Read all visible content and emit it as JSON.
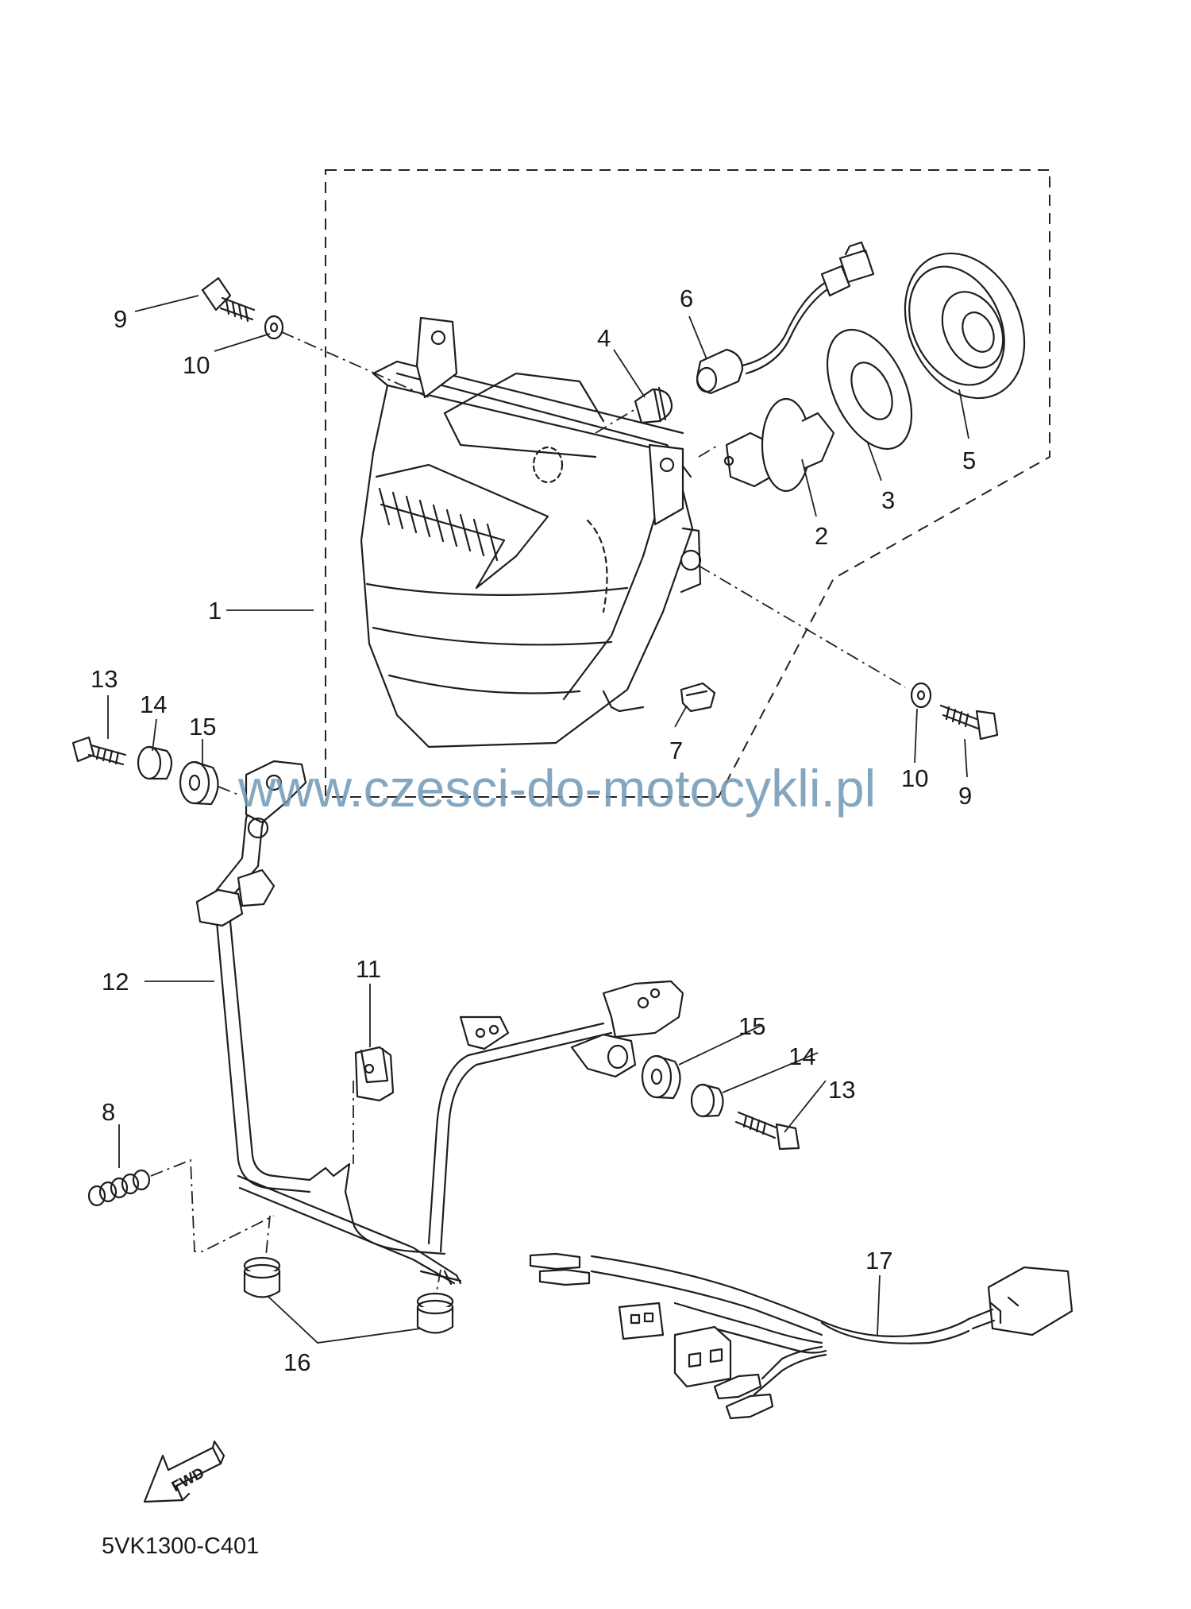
{
  "diagram": {
    "reference_code": "5VK1300-C401",
    "watermark": "www.czesci-do-motocykli.pl",
    "direction_badge": "FWD",
    "callouts": [
      {
        "id": "c1",
        "label": "1"
      },
      {
        "id": "c2",
        "label": "2"
      },
      {
        "id": "c3",
        "label": "3"
      },
      {
        "id": "c4",
        "label": "4"
      },
      {
        "id": "c5",
        "label": "5"
      },
      {
        "id": "c6",
        "label": "6"
      },
      {
        "id": "c7",
        "label": "7"
      },
      {
        "id": "c8",
        "label": "8"
      },
      {
        "id": "c9a",
        "label": "9"
      },
      {
        "id": "c9b",
        "label": "9"
      },
      {
        "id": "c10a",
        "label": "10"
      },
      {
        "id": "c10b",
        "label": "10"
      },
      {
        "id": "c11",
        "label": "11"
      },
      {
        "id": "c12",
        "label": "12"
      },
      {
        "id": "c13a",
        "label": "13"
      },
      {
        "id": "c13b",
        "label": "13"
      },
      {
        "id": "c14a",
        "label": "14"
      },
      {
        "id": "c14b",
        "label": "14"
      },
      {
        "id": "c15a",
        "label": "15"
      },
      {
        "id": "c15b",
        "label": "15"
      },
      {
        "id": "c16",
        "label": "16"
      },
      {
        "id": "c17",
        "label": "17"
      }
    ]
  }
}
